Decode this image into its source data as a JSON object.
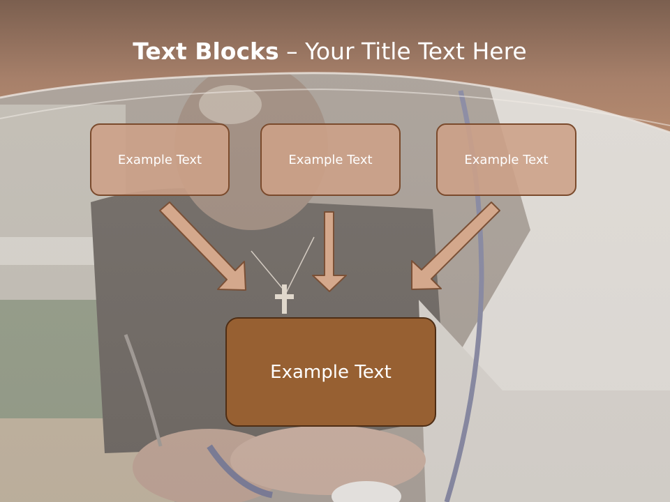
{
  "slide": {
    "title_bold": "Text Blocks",
    "title_dash": " – ",
    "title_rest": "Your Title Text Here",
    "boxes": [
      {
        "label": "Example Text"
      },
      {
        "label": "Example Text"
      },
      {
        "label": "Example Text"
      }
    ],
    "main_box": {
      "label": "Example Text"
    }
  },
  "colors": {
    "band": "#a98166",
    "box_fill": "#cda087",
    "box_border": "#7a4a2c",
    "main_fill": "#976032",
    "arrow_fill": "#d4a88c"
  }
}
